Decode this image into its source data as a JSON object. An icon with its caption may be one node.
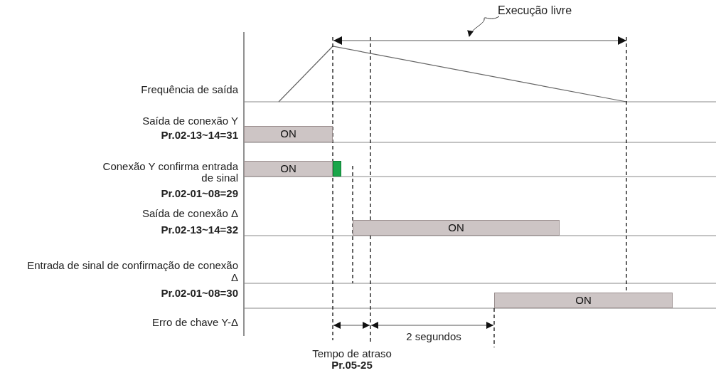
{
  "diagram": {
    "nodes": [
      {
        "text": [
          "Execução livre"
        ]
      },
      {
        "text": [
          "ON"
        ]
      },
      {
        "text": [
          "ON"
        ]
      },
      {
        "text": [],
        "shape": "bar"
      },
      {
        "text": [
          "ON"
        ]
      },
      {
        "text": [
          "ON"
        ]
      },
      {
        "text": [],
        "shape": "line"
      }
    ],
    "edges": [
      {
        "from": 0,
        "to": 6,
        "arrow": "to"
      }
    ],
    "labels": [
      "Frequência de saída",
      "Saída de conexão Y",
      "Pr.02-13~14=31",
      "Conexão Y confirma entrada de sinal",
      "Pr.02-01~08=29",
      "Saída de conexão Δ",
      "Pr.02-13~14=32",
      "Entrada de sinal de confirmação de conexão Δ",
      "Pr.02-01~08=30",
      "Erro de chave Y-Δ",
      "2 segundos",
      "Tempo de atraso",
      "Pr.05-25"
    ]
  }
}
